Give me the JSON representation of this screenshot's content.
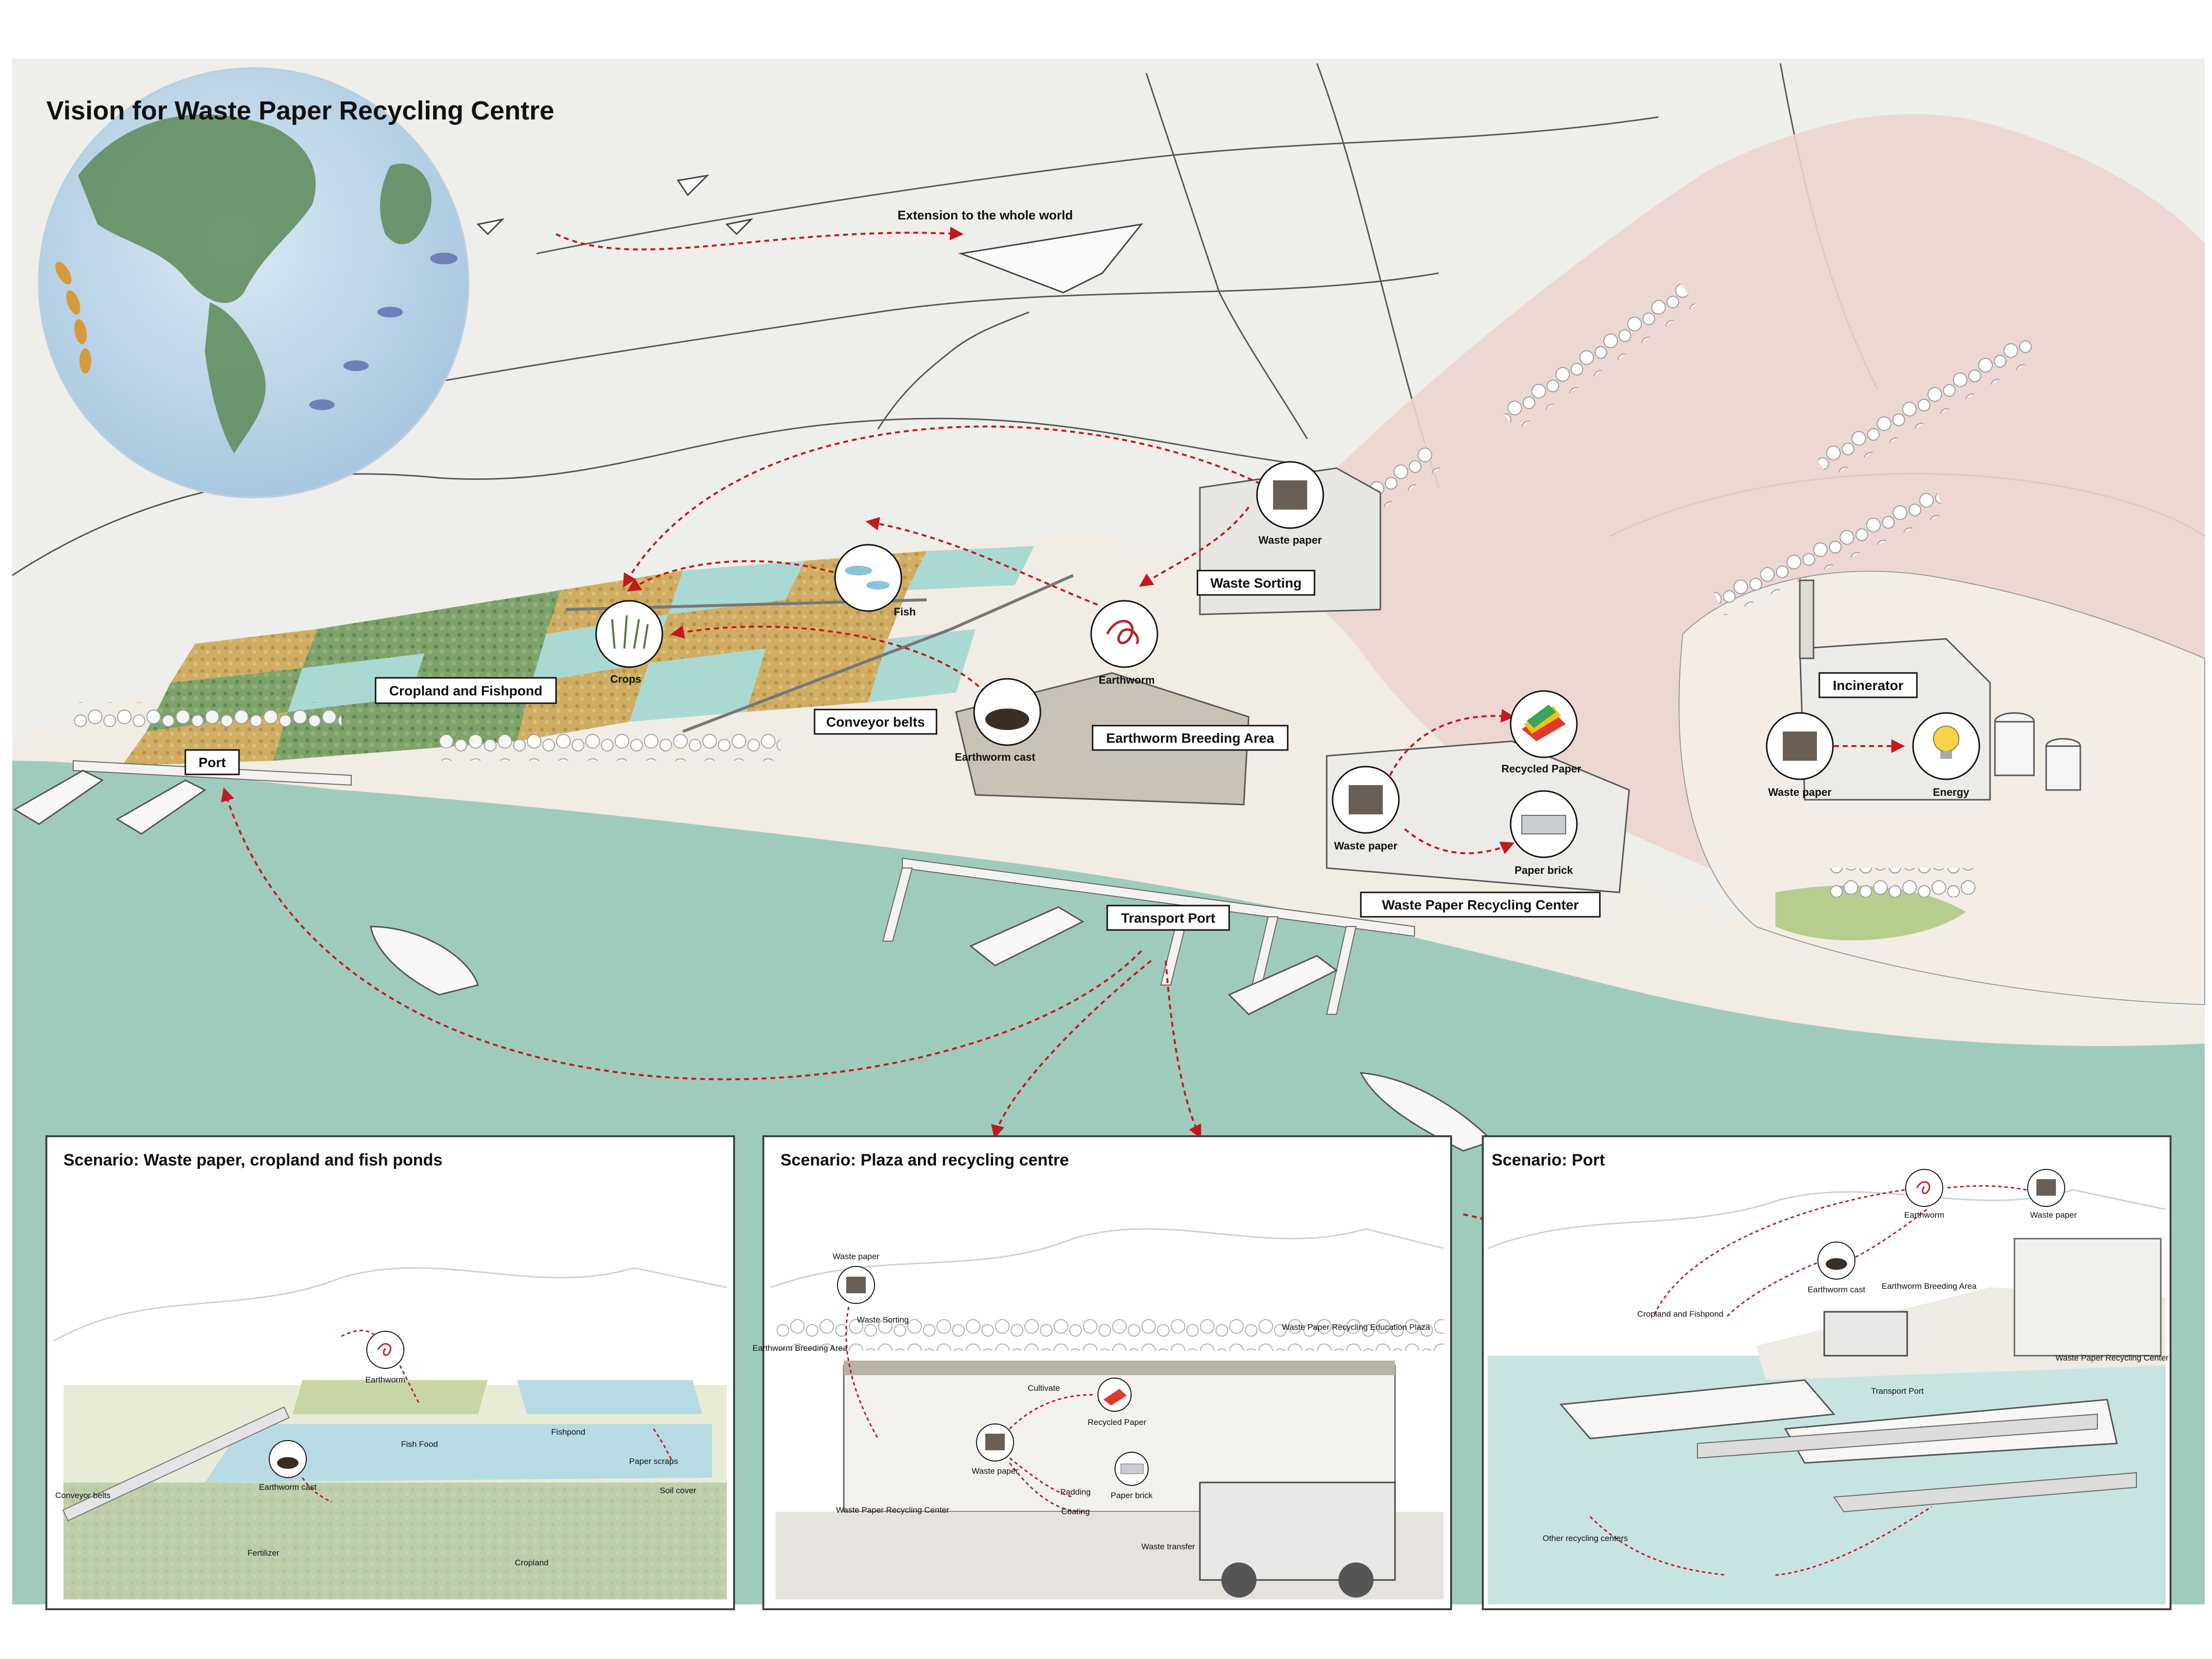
{
  "title": "Vision for Waste Paper Recycling Centre",
  "colors": {
    "water": "#9fcbbd",
    "land": "#f1ece4",
    "pink_zone": "#ecd4d0",
    "hills": "#e6e6e2",
    "crop_dark": "#6f9a5c",
    "crop_gold": "#c8a65a",
    "pond": "#a9d9d2",
    "flow_arrow": "#c0191e",
    "label_border": "#111111"
  },
  "map": {
    "extension_label": "Extension to the whole world",
    "labels": {
      "cropland": "Cropland and Fishpond",
      "port": "Port",
      "conveyor": "Conveyor belts",
      "earthworm_area": "Earthworm Breeding Area",
      "waste_sorting": "Waste Sorting",
      "recycling_center": "Waste Paper Recycling Center",
      "transport_port": "Transport Port",
      "incinerator": "Incinerator"
    },
    "nodes": {
      "crops": "Crops",
      "fish": "Fish",
      "earthworm": "Earthworm",
      "earthworm_cast": "Earthworm cast",
      "waste_paper_sorting": "Waste paper",
      "recycled_paper": "Recycled Paper",
      "waste_paper_center": "Waste paper",
      "paper_brick": "Paper brick",
      "waste_paper_incinerator": "Waste paper",
      "energy": "Energy"
    }
  },
  "panels": [
    {
      "title": "Scenario: Waste paper, cropland and fish ponds",
      "labels": {
        "earthworm": "Earthworm",
        "fish_food": "Fish Food",
        "fishpond": "Fishpond",
        "earthworm_cast": "Earthworm cast",
        "paper_scraps": "Paper scraps",
        "soil_cover": "Soil cover",
        "conveyor_belts": "Conveyor belts",
        "fertilizer": "Fertilizer",
        "cropland": "Cropland"
      }
    },
    {
      "title": "Scenario: Plaza and recycling centre",
      "labels": {
        "waste_paper_top": "Waste paper",
        "waste_sorting": "Waste Sorting",
        "education_plaza": "Waste Paper Recycling Education Plaza",
        "earthworm_breeding": "Earthworm Breeding Area",
        "cultivate": "Cultivate",
        "recycled_paper": "Recycled Paper",
        "waste_paper": "Waste paper",
        "padding": "Padding",
        "paper_brick": "Paper brick",
        "coating": "Coating",
        "recycling_center": "Waste Paper Recycling Center",
        "waste_transfer": "Waste transfer"
      }
    },
    {
      "title": "Scenario: Port",
      "labels": {
        "earthworm": "Earthworm",
        "waste_paper": "Waste paper",
        "earthworm_cast": "Earthworm cast",
        "earthworm_breeding": "Earthworm Breeding Area",
        "cropland": "Cropland and Fishpond",
        "recycling_center": "Waste Paper Recycling Center",
        "transport_port": "Transport Port",
        "other_centers": "Other recycling centers"
      }
    }
  ]
}
